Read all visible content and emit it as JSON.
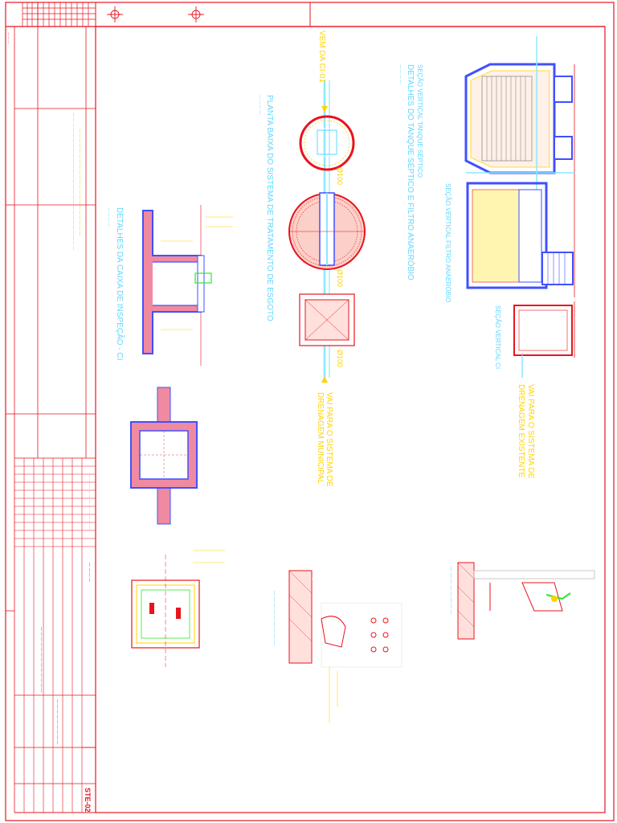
{
  "sheet": {
    "code": "STE-02",
    "title_block_notes": [
      "ESCALA 1:50",
      "PROJETO SANITÁRIO",
      "DETALHES"
    ]
  },
  "labels": {
    "vem_da_ci": "VEM DA CI-01",
    "planta_baixa": "PLANTA BAIXA DO SISTEMA DE TRATAMENTO DE ESGOTO",
    "vai_drenagem_municipal_1": "VAI PARA O SISTEMA DE",
    "vai_drenagem_municipal_2": "DRENAGEM MUNICIPAL",
    "detalhes_tanque": "DETALHES DO TANQUE SÉPTICO E FILTRO ANAERÓBIO",
    "secao_tanque": "SEÇÃO VERTICAL TANQUE SÉPTICO",
    "secao_filtro": "SEÇÃO VERTICAL FILTRO ANAERÓBIO",
    "secao_ci": "SEÇÃO VERTICAL CI",
    "vai_drenagem_existente_1": "VAI PARA O SISTEMA DE",
    "vai_drenagem_existente_2": "DRENAGEM EXISTENTE",
    "detalhes_caixa": "DETALHES DA CAIXA DE INSPEÇÃO - CI",
    "diam_1": "Ø100",
    "diam_2": "Ø100",
    "diam_3": "Ø100"
  }
}
